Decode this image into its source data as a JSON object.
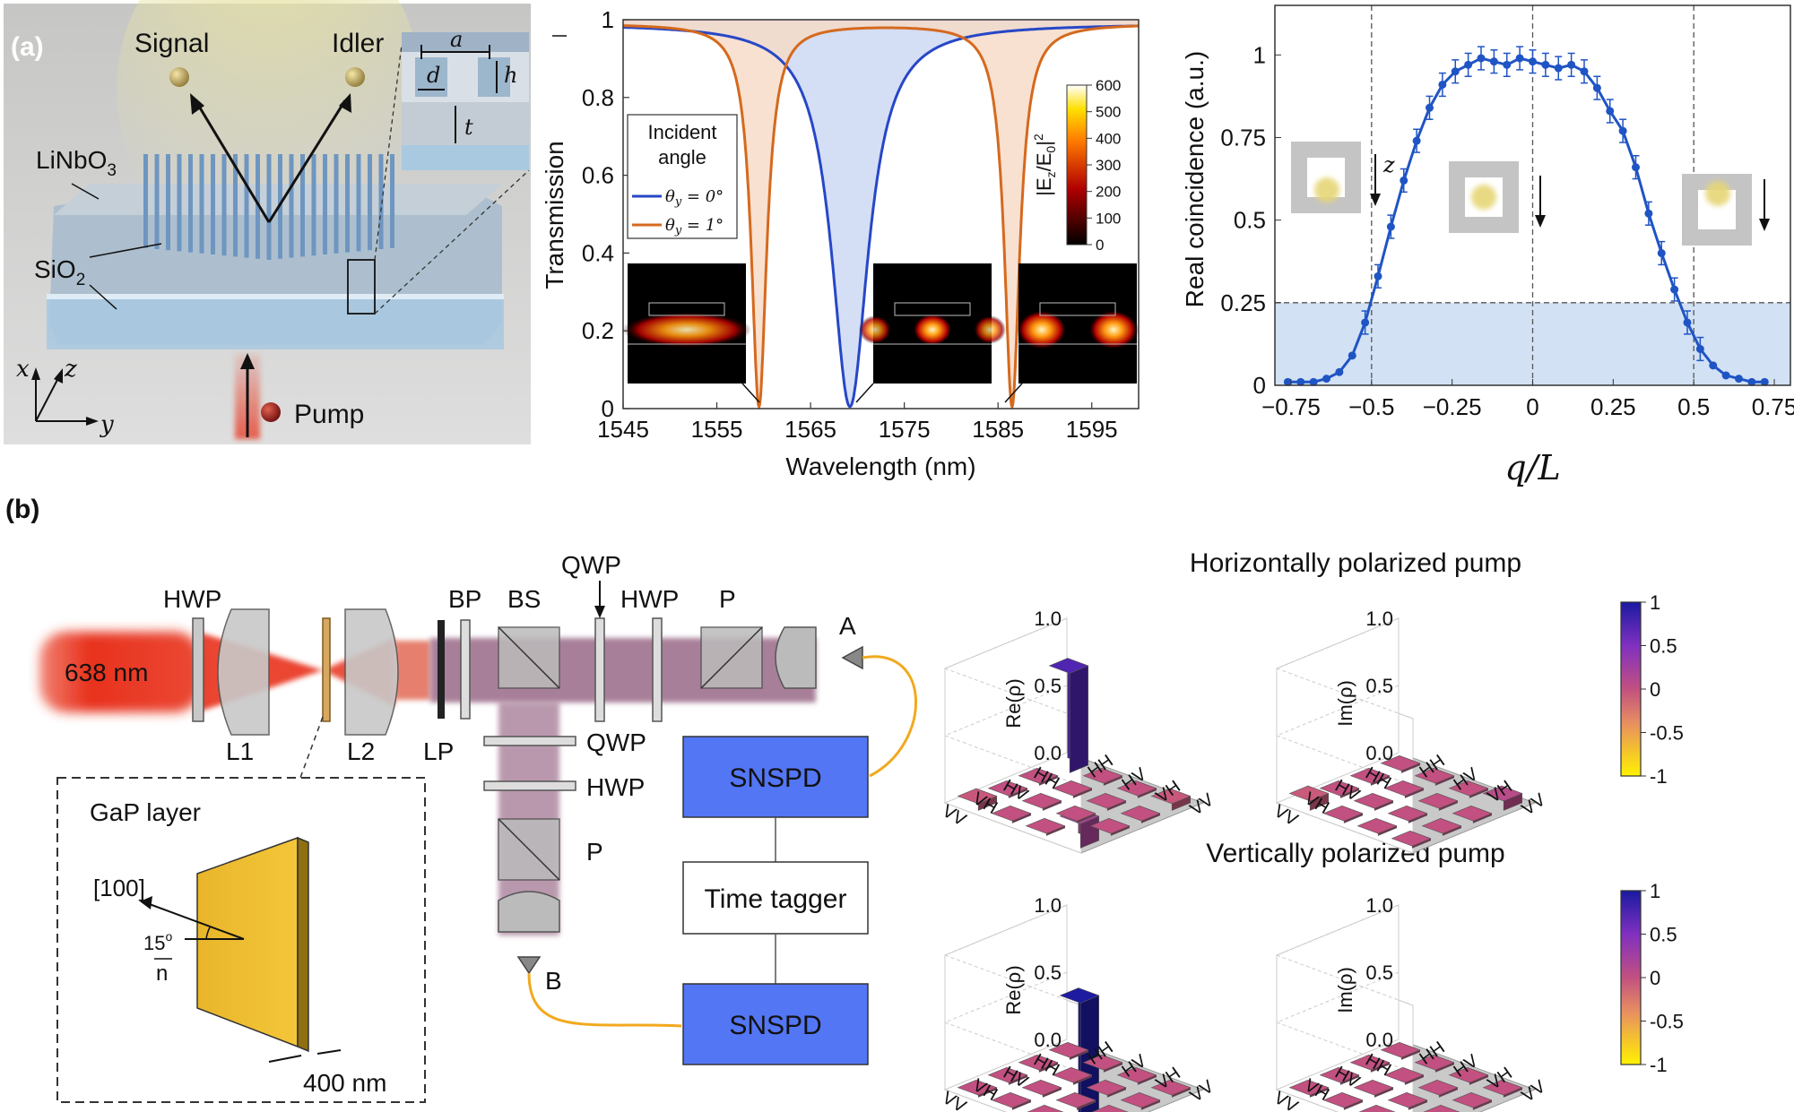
{
  "panel_a": {
    "label": "(a)",
    "schematic": {
      "signal": "Signal",
      "idler": "Idler",
      "linbo3": "LiNbO",
      "linbo3_sub": "3",
      "sio2": "SiO",
      "sio2_sub": "2",
      "pump": "Pump",
      "inset_a": "a",
      "inset_d": "d",
      "inset_h": "h",
      "inset_t": "t",
      "axis_x": "x",
      "axis_y": "y",
      "axis_z": "z"
    },
    "transmission_legend": {
      "title_line1": "Incident",
      "title_line2": "angle",
      "entry1": "θ",
      "entry1_sub": "y",
      "entry1_val": " = 0°",
      "entry2": "θ",
      "entry2_sub": "y",
      "entry2_val": " = 1°"
    },
    "colorbar": {
      "label": "|E",
      "label_sub": "z",
      "label_mid": "/E",
      "label_sub2": "0",
      "label_end": "|",
      "label_sup": "2",
      "ticks": [
        "0",
        "100",
        "200",
        "300",
        "400",
        "500",
        "600"
      ]
    },
    "coincidence_insets": {
      "z_label": "z"
    }
  },
  "panel_b": {
    "label": "(b)",
    "setup": {
      "laser": "638 nm",
      "hwp1": "HWP",
      "l1": "L1",
      "l2": "L2",
      "lp": "LP",
      "bp": "BP",
      "bs": "BS",
      "qwp_top": "QWP",
      "hwp_top": "HWP",
      "p_top": "P",
      "a": "A",
      "qwp_side": "QWP",
      "hwp_side": "HWP",
      "p_side": "P",
      "b": "B",
      "snspd_top": "SNSPD",
      "time_tagger": "Time tagger",
      "snspd_bottom": "SNSPD",
      "gap_layer": "GaP layer",
      "crystal_axis": "[100]",
      "angle": "15",
      "angle_sup": "o",
      "normal": "n",
      "thickness": "400 nm"
    },
    "tomography": {
      "title_h": "Horizontally polarized pump",
      "title_v": "Vertically polarized pump",
      "re_label": "Re(ρ)",
      "im_label": "Im(ρ)",
      "z_ticks": [
        "0.0",
        "0.5",
        "1.0"
      ],
      "basis": [
        "HH",
        "HV",
        "VH",
        "VV"
      ],
      "colorbar_ticks": [
        "1",
        "0.5",
        "0",
        "-0.5",
        "-1"
      ]
    }
  },
  "colors": {
    "blue": "#2747c6",
    "orange": "#d5691e",
    "detector": "#5376f4",
    "fiber": "#f2a91d",
    "beam": "#8b5577",
    "laser": "#e8331c",
    "coincidence": "#1f54c4"
  },
  "chart_data": [
    {
      "type": "line",
      "xlabel": "Wavelength (nm)",
      "ylabel": "Transmission",
      "xlim": [
        1545,
        1600
      ],
      "ylim": [
        0,
        1
      ],
      "xticks": [
        "1545",
        "1555",
        "1565",
        "1575",
        "1585",
        "1595"
      ],
      "yticks": [
        "0",
        "0.2",
        "0.4",
        "0.6",
        "0.8",
        "1"
      ],
      "series": [
        {
          "name": "θy = 0°",
          "color": "#2747c6",
          "resonances": [
            {
              "center": 1569.2,
              "width": 2.4
            }
          ]
        },
        {
          "name": "θy = 1°",
          "color": "#d5691e",
          "resonances": [
            {
              "center": 1559.5,
              "width": 1.0
            },
            {
              "center": 1586.5,
              "width": 1.0
            }
          ]
        }
      ]
    },
    {
      "type": "line",
      "xlabel": "q/L",
      "ylabel": "Real coincidence (a.u.)",
      "xlim": [
        -0.8,
        0.8
      ],
      "ylim": [
        0,
        1.15
      ],
      "xticks": [
        "−0.75",
        "−0.5",
        "−0.25",
        "0",
        "0.25",
        "0.5",
        "0.75"
      ],
      "yticks": [
        "0",
        "0.25",
        "0.5",
        "0.75",
        "1"
      ],
      "threshold": 0.25,
      "vlines": [
        -0.5,
        0,
        0.5
      ],
      "series": [
        {
          "name": "",
          "x": [
            -0.76,
            -0.72,
            -0.68,
            -0.64,
            -0.6,
            -0.56,
            -0.52,
            -0.48,
            -0.44,
            -0.4,
            -0.36,
            -0.32,
            -0.28,
            -0.24,
            -0.2,
            -0.16,
            -0.12,
            -0.08,
            -0.04,
            0.0,
            0.04,
            0.08,
            0.12,
            0.16,
            0.2,
            0.24,
            0.28,
            0.32,
            0.36,
            0.4,
            0.44,
            0.48,
            0.52,
            0.56,
            0.6,
            0.64,
            0.68,
            0.72
          ],
          "y": [
            0.01,
            0.01,
            0.01,
            0.02,
            0.04,
            0.09,
            0.19,
            0.33,
            0.48,
            0.62,
            0.74,
            0.84,
            0.91,
            0.95,
            0.97,
            0.99,
            0.98,
            0.97,
            0.99,
            0.98,
            0.97,
            0.96,
            0.97,
            0.95,
            0.9,
            0.83,
            0.77,
            0.66,
            0.52,
            0.4,
            0.29,
            0.19,
            0.11,
            0.06,
            0.03,
            0.02,
            0.01,
            0.01
          ]
        }
      ]
    },
    {
      "type": "bar",
      "title": "Horizontally polarized pump",
      "zlabel": "Re(ρ)",
      "rows": [
        "HH",
        "HV",
        "VH",
        "VV"
      ],
      "cols": [
        "HH",
        "HV",
        "VH",
        "VV"
      ],
      "matrix": [
        [
          0.74,
          0.0,
          0.0,
          -0.05
        ],
        [
          0.0,
          0.0,
          0.0,
          0.0
        ],
        [
          0.0,
          0.0,
          0.0,
          0.0
        ],
        [
          -0.05,
          0.0,
          0.0,
          0.18
        ]
      ]
    },
    {
      "type": "bar",
      "title": "Horizontally polarized pump",
      "zlabel": "Im(ρ)",
      "rows": [
        "HH",
        "HV",
        "VH",
        "VV"
      ],
      "cols": [
        "HH",
        "HV",
        "VH",
        "VV"
      ],
      "matrix": [
        [
          0.0,
          0.0,
          0.0,
          0.07
        ],
        [
          0.0,
          0.0,
          0.0,
          0.0
        ],
        [
          0.0,
          0.0,
          0.0,
          0.0
        ],
        [
          -0.07,
          0.0,
          0.0,
          0.0
        ]
      ]
    },
    {
      "type": "bar",
      "title": "Vertically polarized pump",
      "zlabel": "Re(ρ)",
      "rows": [
        "HH",
        "HV",
        "VH",
        "VV"
      ],
      "cols": [
        "HH",
        "HV",
        "VH",
        "VV"
      ],
      "matrix": [
        [
          0.0,
          0.0,
          0.0,
          0.0
        ],
        [
          0.0,
          0.0,
          0.0,
          0.0
        ],
        [
          0.0,
          0.0,
          0.0,
          0.0
        ],
        [
          0.0,
          0.0,
          0.0,
          0.98
        ]
      ]
    },
    {
      "type": "bar",
      "title": "Vertically polarized pump",
      "zlabel": "Im(ρ)",
      "rows": [
        "HH",
        "HV",
        "VH",
        "VV"
      ],
      "cols": [
        "HH",
        "HV",
        "VH",
        "VV"
      ],
      "matrix": [
        [
          0.0,
          0.0,
          0.0,
          0.0
        ],
        [
          0.0,
          0.0,
          0.0,
          0.0
        ],
        [
          0.0,
          0.0,
          0.0,
          0.0
        ],
        [
          0.0,
          0.0,
          0.0,
          0.0
        ]
      ]
    }
  ]
}
